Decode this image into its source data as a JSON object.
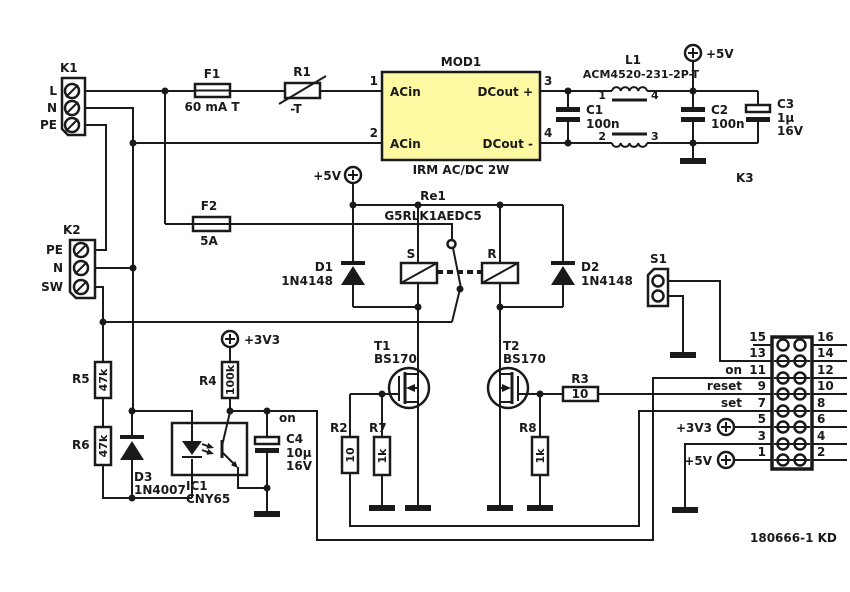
{
  "colors": {
    "line": "#1a1a1a",
    "module_fill": "#fdf8a2"
  },
  "footer": {
    "doc_id": "180666-1 KD"
  },
  "supplies": {
    "v5": "+5V",
    "v3": "+3V3"
  },
  "k1": {
    "ref": "K1",
    "pins": [
      "L",
      "N",
      "PE"
    ]
  },
  "k2": {
    "ref": "K2",
    "pins": [
      "PE",
      "N",
      "SW"
    ]
  },
  "k3": {
    "ref": "K3"
  },
  "s1": {
    "ref": "S1"
  },
  "f1": {
    "ref": "F1",
    "value": "60 mA T"
  },
  "f2": {
    "ref": "F2",
    "value": "5A"
  },
  "r1": {
    "ref": "R1",
    "value": "-T"
  },
  "r2": {
    "ref": "R2",
    "value": "10"
  },
  "r3": {
    "ref": "R3",
    "value": "10"
  },
  "r4": {
    "ref": "R4",
    "value": "100k"
  },
  "r5": {
    "ref": "R5",
    "value": "47k"
  },
  "r6": {
    "ref": "R6",
    "value": "47k"
  },
  "r7": {
    "ref": "R7",
    "value": "1k"
  },
  "r8": {
    "ref": "R8",
    "value": "1k"
  },
  "c1": {
    "ref": "C1",
    "value": "100n"
  },
  "c2": {
    "ref": "C2",
    "value": "100n"
  },
  "c3": {
    "ref": "C3",
    "value": "1µ",
    "voltage": "16V"
  },
  "c4": {
    "ref": "C4",
    "value": "10µ",
    "voltage": "16V"
  },
  "d1": {
    "ref": "D1",
    "value": "1N4148"
  },
  "d2": {
    "ref": "D2",
    "value": "1N4148"
  },
  "d3": {
    "ref": "D3",
    "value": "1N4007"
  },
  "t1": {
    "ref": "T1",
    "value": "BS170"
  },
  "t2": {
    "ref": "T2",
    "value": "BS170"
  },
  "ic1": {
    "ref": "IC1",
    "value": "CNY65"
  },
  "l1": {
    "ref": "L1",
    "value": "ACM4520-231-2P-T",
    "pin_numbers": [
      "1",
      "4",
      "2",
      "3"
    ]
  },
  "mod1": {
    "ref": "MOD1",
    "type": "IRM AC/DC 2W",
    "pin_numbers": [
      "1",
      "2",
      "3",
      "4"
    ],
    "labels": {
      "in1": "ACin",
      "in2": "ACin",
      "out_pos": "DCout +",
      "out_neg": "DCout -"
    }
  },
  "re1": {
    "ref": "Re1",
    "value": "G5RLK1AEDC5",
    "set_coil": "S",
    "reset_coil": "R"
  },
  "header": {
    "left_pins": [
      "15",
      "13",
      "11",
      "9",
      "7",
      "5",
      "3",
      "1"
    ],
    "right_pins": [
      "16",
      "14",
      "12",
      "10",
      "8",
      "6",
      "4",
      "2"
    ],
    "signals": [
      "on",
      "reset",
      "set"
    ]
  }
}
